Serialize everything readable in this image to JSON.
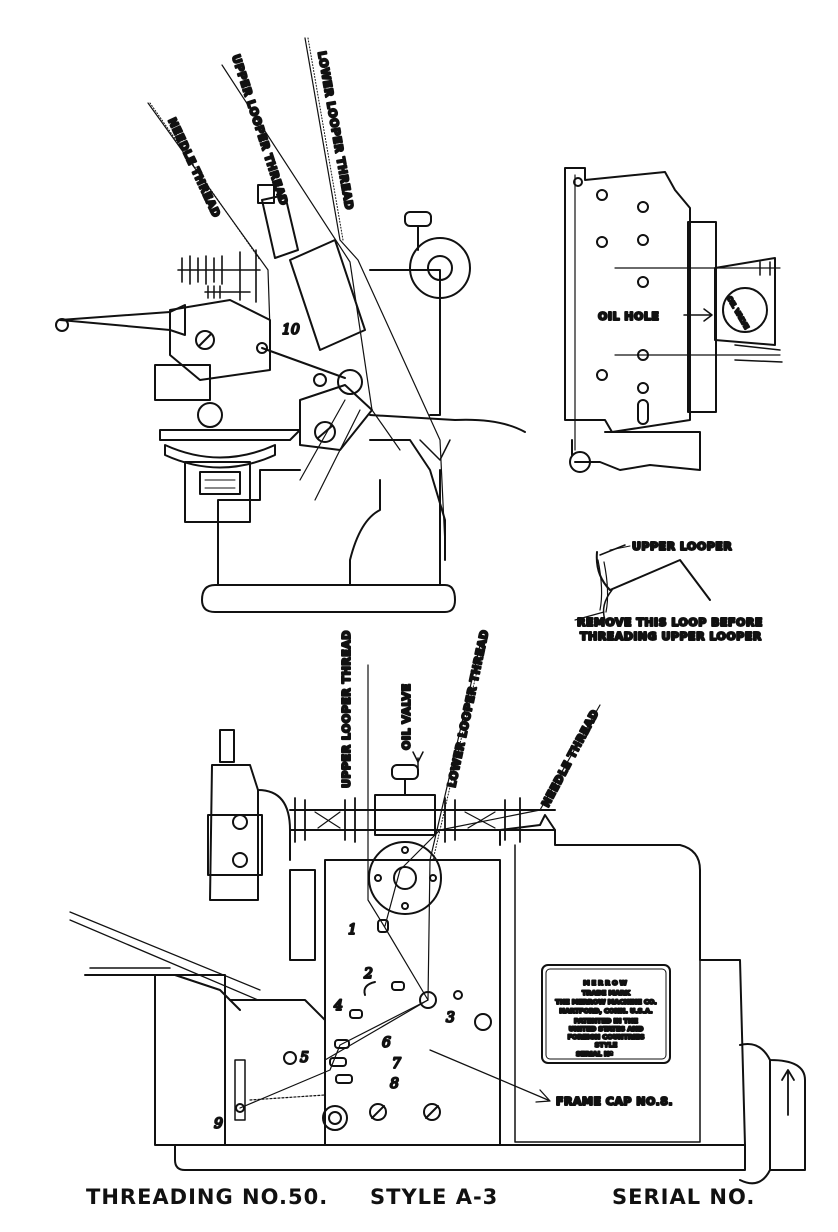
{
  "top_view": {
    "labels": {
      "needle_thread": "NEEDLE THREAD",
      "upper_looper_thread": "UPPER LOOPER THREAD",
      "lower_looper_thread": "LOWER LOOPER THREAD",
      "guide_10": "10"
    }
  },
  "side_view": {
    "labels": {
      "oil_hole": "OIL HOLE",
      "oil_valve": "OIL VALVE"
    }
  },
  "looper_detail": {
    "labels": {
      "upper_looper": "UPPER LOOPER",
      "remove_loop_line1": "REMOVE THIS LOOP BEFORE",
      "remove_loop_line2": "THREADING UPPER LOOPER"
    }
  },
  "front_view": {
    "labels": {
      "upper_looper_thread": "UPPER LOOPER THREAD",
      "oil_valve": "OIL VALVE",
      "lower_looper_thread": "LOWER LOOPER THREAD",
      "needle_thread": "NEEDLE THREAD",
      "frame_cap": "FRAME CAP NO.8."
    },
    "guide_numbers": [
      "1",
      "2",
      "3",
      "4",
      "5",
      "6",
      "7",
      "8",
      "9"
    ],
    "nameplate": {
      "brand": "MERROW",
      "trade_mark": "TRADE MARK",
      "company": "THE MERROW MACHINE CO.",
      "location": "HARTFORD, CONN. U.S.A.",
      "patent_line1": "PATENTED IN THE",
      "patent_line2": "UNITED STATES AND",
      "patent_line3": "FOREIGN COUNTRIES",
      "style": "STYLE",
      "serial": "SERIAL Nº"
    }
  },
  "footer": {
    "threading": "THREADING NO.50.",
    "style": "STYLE A-3",
    "serial": "SERIAL NO."
  }
}
